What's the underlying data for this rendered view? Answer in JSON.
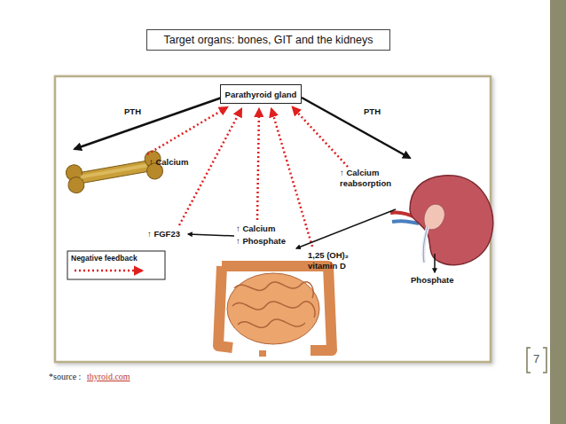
{
  "diagram": {
    "title": "Target organs: bones, GIT and the kidneys",
    "nodes": [
      {
        "text": [
          "Parathyroid gland"
        ]
      }
    ],
    "labels": [
      "PTH",
      "PTH",
      "↑ Calcium",
      "↑ FGF23",
      "↑ Calcium",
      "↑ Phosphate",
      "↑ Calcium reabsorption",
      "1,25 (OH)₂ vitamin D",
      "Phosphate",
      "7",
      "*source :",
      "thyroid.com"
    ],
    "legend": [
      {
        "text": "Negative feedback"
      }
    ]
  }
}
